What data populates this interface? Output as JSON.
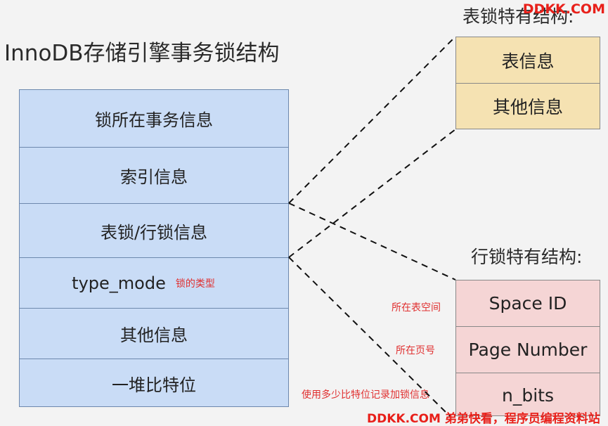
{
  "title": "InnoDB存储引擎事务锁结构",
  "main_structure": {
    "rows": [
      "锁所在事务信息",
      "索引信息",
      "表锁/行锁信息",
      "type_mode",
      "其他信息",
      "一堆比特位"
    ],
    "type_mode_note": "锁的类型"
  },
  "table_lock": {
    "heading": "表锁特有结构:",
    "rows": [
      "表信息",
      "其他信息"
    ]
  },
  "row_lock": {
    "heading": "行锁特有结构:",
    "rows": [
      "Space ID",
      "Page Number",
      "n_bits"
    ],
    "notes": [
      "所在表空间",
      "所在页号",
      "使用多少比特位记录加锁信息"
    ]
  },
  "watermarks": {
    "top": "DDKK.COM",
    "bottom": "DDKK.COM 弟弟快看，程序员编程资料站"
  },
  "colors": {
    "main_fill": "#c9dcf6",
    "table_lock_fill": "#f5e2b2",
    "row_lock_fill": "#f5d5d5",
    "annotation": "#e03030",
    "watermark": "#e8201a"
  }
}
